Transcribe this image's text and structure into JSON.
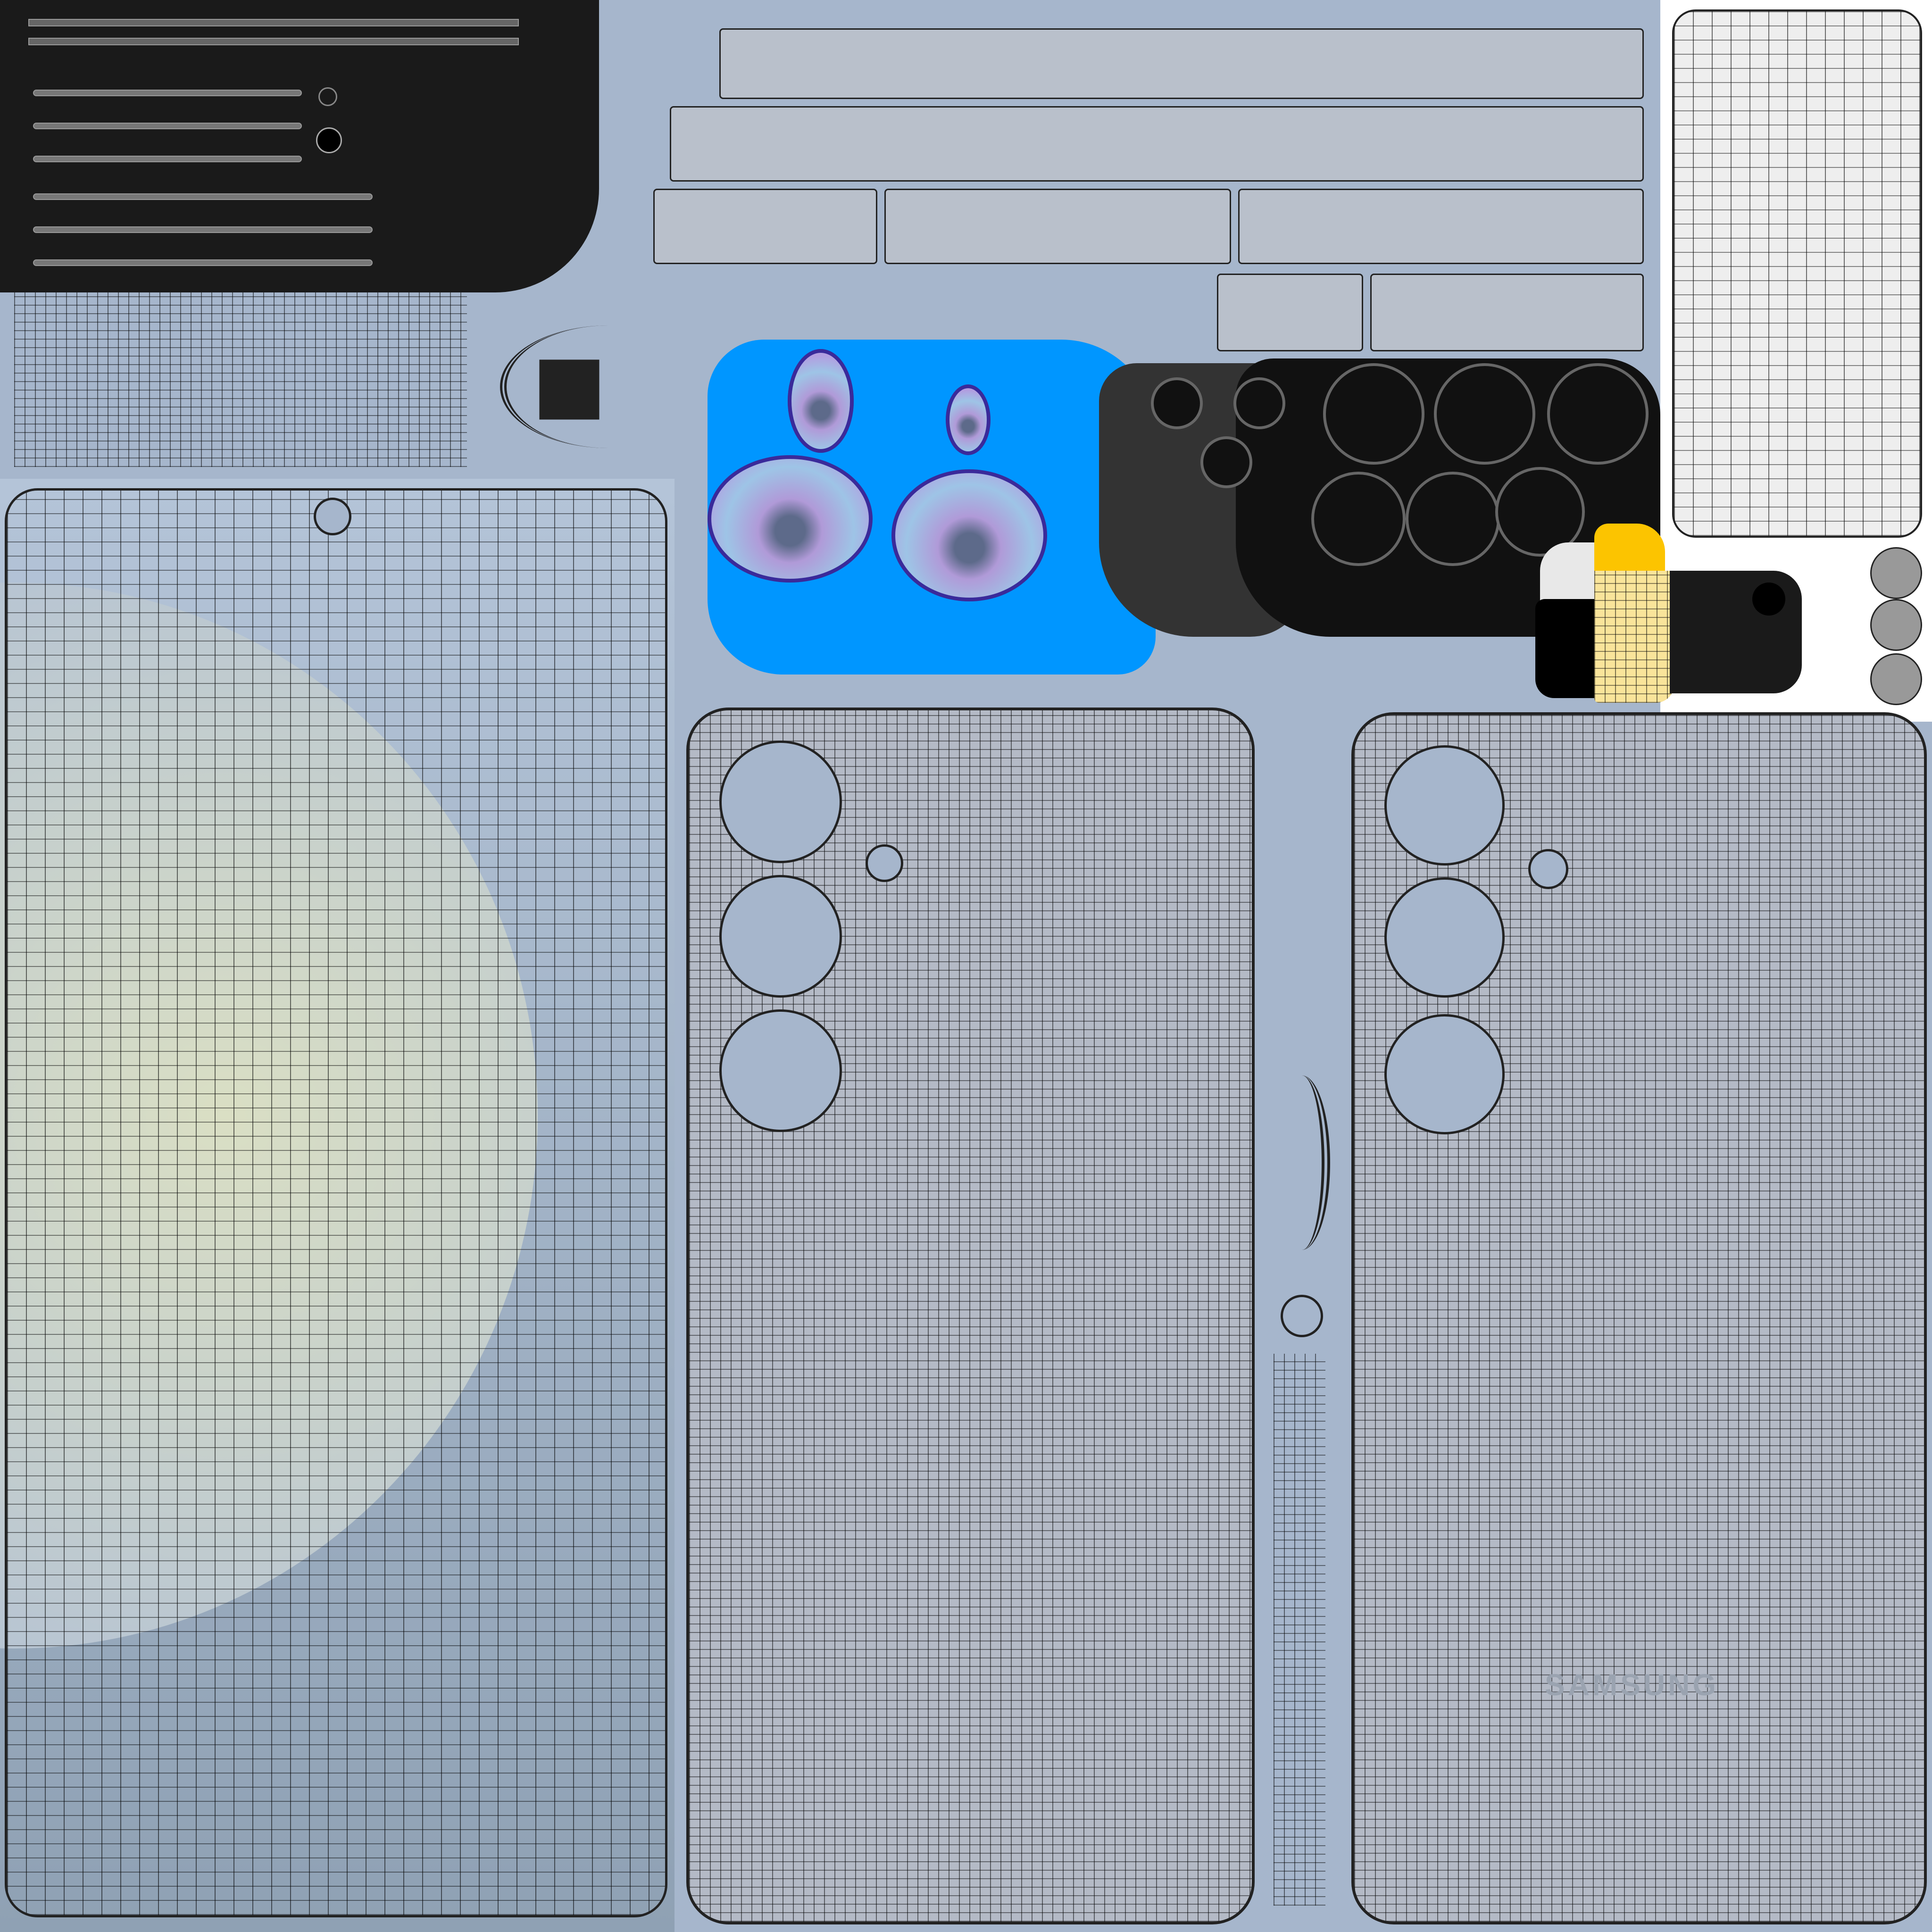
{
  "texture": {
    "type": "uv-map",
    "subject": "Samsung smartphone 3D model UV layout",
    "background_color": "#a6b6cc",
    "colors": {
      "lens_island": "#0096ff",
      "dark_island": "#1a1a1a",
      "camera_island_gray": "#333333",
      "yellow_island": "#fcc400",
      "pale_yellow_island": "#f9e49a",
      "white_island": "#ffffff",
      "wire": "#111111"
    }
  },
  "back_panel": {
    "brand_logo": "SAMSUNG",
    "camera_cutouts": 3,
    "flash_cutout": 1
  },
  "screen_panel": {
    "front_camera_cutout": 1
  },
  "camera_lenses": {
    "count": 4
  },
  "camera_rings": {
    "count": 9
  }
}
